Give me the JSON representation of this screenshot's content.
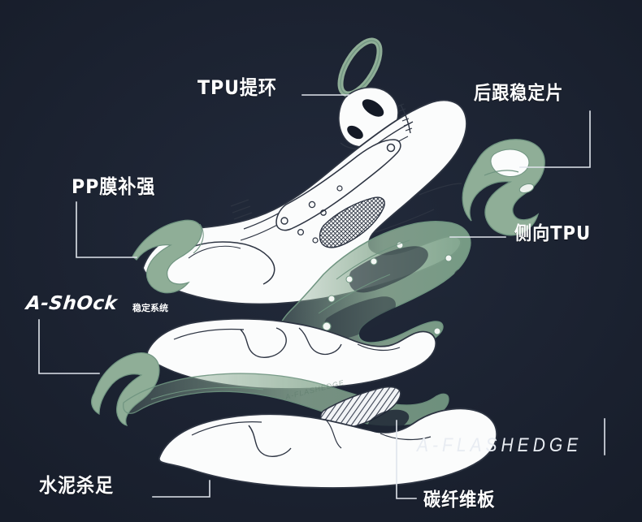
{
  "theme": {
    "background": "#1b2231",
    "accent_green": "#8fae97",
    "accent_green_dark": "#6f9480",
    "part_white": "#fbfcfc",
    "line_dark": "#2d3442",
    "label_white": "#ffffff",
    "leader_line": "#dfe4ec"
  },
  "diagram": {
    "type": "exploded-view",
    "subject": "basketball-shoe",
    "description": "Exploded technical illustration of a sneaker showing upper, midsole, outsole and reinforcement components"
  },
  "labels": {
    "tpu_ring": "TPU提环",
    "pp_film": "PP膜补强",
    "ashock_mark": "A-ShOck",
    "ashock_sub": "稳定系统",
    "cement": "水泥杀足",
    "heel_stabilizer": "后跟稳定片",
    "side_tpu": "侧向TPU",
    "flashedge": "A-FLASHEDGE",
    "carbon_plate": "碳纤维板"
  },
  "callouts": [
    {
      "id": "tpu-ring",
      "label": "TPU提环",
      "leader": "horizontal",
      "side": "left"
    },
    {
      "id": "pp-film",
      "label": "PP膜补强",
      "leader": "bracket-L",
      "side": "left"
    },
    {
      "id": "ashock",
      "label": "A-ShOck稳定系统",
      "leader": "bracket-L",
      "side": "left"
    },
    {
      "id": "cement",
      "label": "水泥杀足",
      "leader": "bracket-up",
      "side": "left"
    },
    {
      "id": "heel-stabilizer",
      "label": "后跟稳定片",
      "leader": "bracket-R",
      "side": "right"
    },
    {
      "id": "side-tpu",
      "label": "侧向TPU",
      "leader": "horizontal",
      "side": "right"
    },
    {
      "id": "carbon-plate",
      "label": "碳纤维板",
      "leader": "bracket-R",
      "side": "right"
    }
  ]
}
